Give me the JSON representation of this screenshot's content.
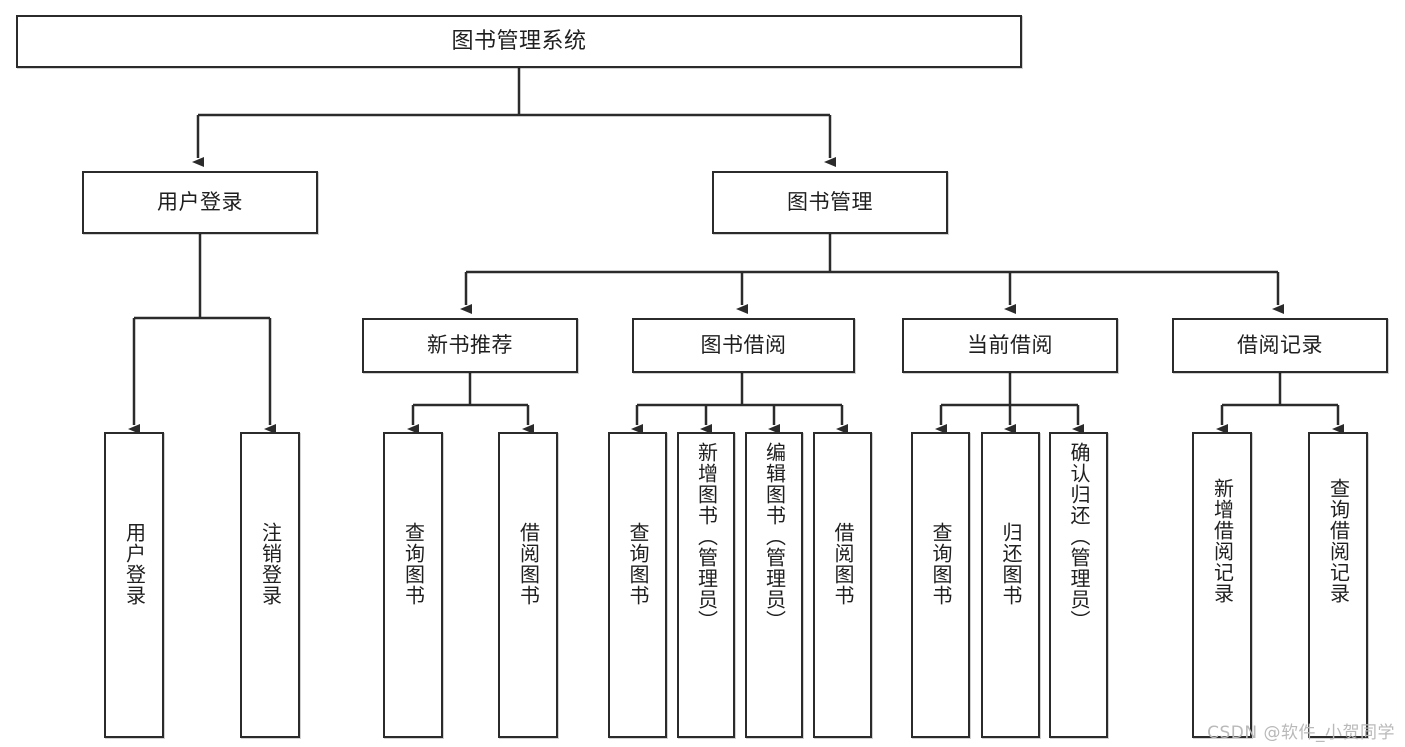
{
  "diagram": {
    "title": "图书管理系统",
    "type": "tree",
    "watermark": "CSDN @软件_小贺同学",
    "colors": {
      "box_border": "#2b2b2b",
      "box_fill": "#ffffff",
      "edge": "#2b2b2b",
      "text": "#1f1f1f",
      "watermark": "#b9b9b9"
    },
    "nodes": {
      "root": {
        "label": "图书管理系统"
      },
      "level1": [
        {
          "id": "user-login",
          "label": "用户登录"
        },
        {
          "id": "book-manage",
          "label": "图书管理"
        }
      ],
      "level2": [
        {
          "id": "new-book-recommend",
          "label": "新书推荐"
        },
        {
          "id": "book-borrow",
          "label": "图书借阅"
        },
        {
          "id": "current-borrow",
          "label": "当前借阅"
        },
        {
          "id": "borrow-record",
          "label": "借阅记录"
        }
      ],
      "leaves": {
        "user_login": [
          {
            "id": "leaf-user-login",
            "label": "用户登录"
          },
          {
            "id": "leaf-user-logout",
            "label": "注销登录"
          }
        ],
        "new_book_recommend": [
          {
            "id": "leaf-query-book-1",
            "label": "查询图书"
          },
          {
            "id": "leaf-borrow-book-1",
            "label": "借阅图书"
          }
        ],
        "book_borrow": [
          {
            "id": "leaf-query-book-2",
            "label": "查询图书"
          },
          {
            "id": "leaf-add-book",
            "label": "新增图书（管理员）"
          },
          {
            "id": "leaf-edit-book",
            "label": "编辑图书（管理员）"
          },
          {
            "id": "leaf-borrow-book-2",
            "label": "借阅图书"
          }
        ],
        "current_borrow": [
          {
            "id": "leaf-query-book-3",
            "label": "查询图书"
          },
          {
            "id": "leaf-return-book",
            "label": "归还图书"
          },
          {
            "id": "leaf-confirm-return",
            "label": "确认归还（管理员）"
          }
        ],
        "borrow_record": [
          {
            "id": "leaf-add-record",
            "label": "新增借阅记录"
          },
          {
            "id": "leaf-query-record",
            "label": "查询借阅记录"
          }
        ]
      }
    }
  }
}
